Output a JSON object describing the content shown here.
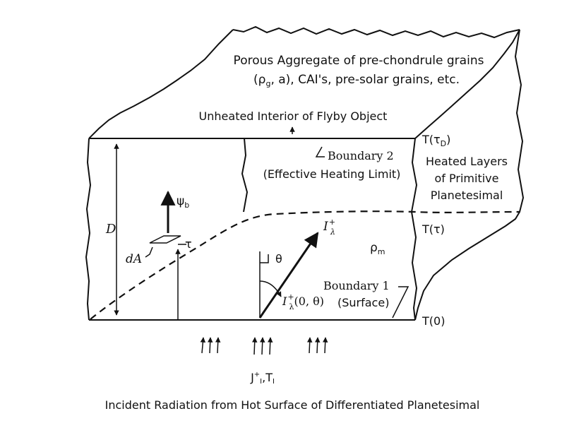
{
  "labels": {
    "top_line1": "Porous Aggregate of pre-chondrule grains",
    "top_line2": "(ρ",
    "top_line2_sub": "g",
    "top_line2_rest": ", a), CAI's, pre-solar grains, etc.",
    "unheated": "Unheated Interior of Flyby Object",
    "t_taud_main": "T(τ",
    "t_taud_sub": "D",
    "t_taud_close": ")",
    "heated_line1": "Heated Layers",
    "heated_line2": "of Primitive",
    "heated_line3": "Planetesimal",
    "boundary2": "Boundary 2",
    "effective_heating": "(Effective Heating Limit)",
    "psi_main": "ψ",
    "psi_sub": "b",
    "t_tau": "T(τ)",
    "rho_main": "ρ",
    "rho_sub": "m",
    "D": "D",
    "dA": "dA",
    "tau": "τ",
    "theta": "θ",
    "i_lambda_plus": "I",
    "i_lambda_plus_sup": "+",
    "i_lambda_plus_sub": "λ",
    "i_lambda_0_theta": "(0, θ)",
    "boundary1": "Boundary 1",
    "surface": "(Surface)",
    "t0": "T(0)",
    "j_main": "J",
    "j_sup": "+",
    "j_sub": "I",
    "j_rest": ",T",
    "j_sub2": "I",
    "incident": "Incident Radiation from Hot Surface of Differentiated Planetesimal"
  }
}
